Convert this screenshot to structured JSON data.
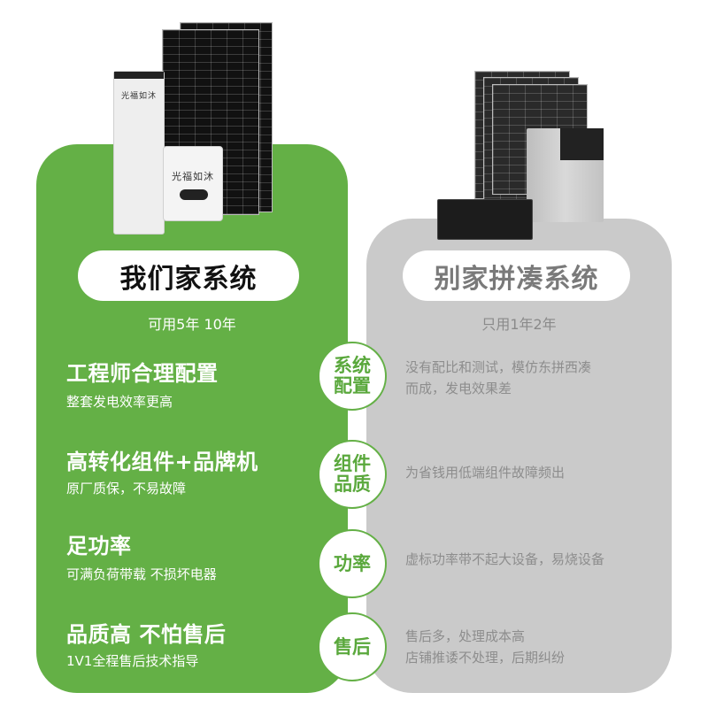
{
  "ours": {
    "title": "我们家系统",
    "subtitle": "可用5年 10年",
    "brand_label": "光福如沐",
    "features": [
      {
        "title": "工程师合理配置",
        "desc": "整套发电效率更高"
      },
      {
        "title": "高转化组件+品牌机",
        "desc": "原厂质保，不易故障"
      },
      {
        "title": "足功率",
        "desc": "可满负荷带载 不损坏电器"
      },
      {
        "title": "品质高 不怕售后",
        "desc": "1V1全程售后技术指导"
      }
    ]
  },
  "others": {
    "title": "别家拼凑系统",
    "subtitle": "只用1年2年",
    "items": [
      {
        "line1": "没有配比和测试，模仿东拼西凑",
        "line2": "而成，发电效果差"
      },
      {
        "line1": "为省钱用低端组件故障频出",
        "line2": ""
      },
      {
        "line1": "虚标功率带不起大设备，易烧设备",
        "line2": ""
      },
      {
        "line1": "售后多，处理成本高",
        "line2": "店铺推诿不处理，后期纠纷"
      }
    ]
  },
  "badges": [
    {
      "line1": "系统",
      "line2": "配置"
    },
    {
      "line1": "组件",
      "line2": "品质"
    },
    {
      "line1": "功率",
      "line2": ""
    },
    {
      "line1": "售后",
      "line2": ""
    }
  ],
  "colors": {
    "brand_green": "#64b046",
    "badge_text_green": "#5aa83c",
    "others_gray": "#cacaca",
    "others_text": "#8d8d8d"
  }
}
